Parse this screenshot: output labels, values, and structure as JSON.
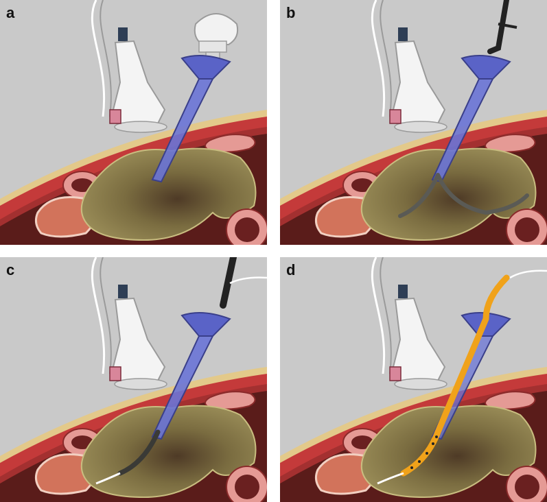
{
  "panels": [
    {
      "id": "a",
      "label": "a"
    },
    {
      "id": "b",
      "label": "b"
    },
    {
      "id": "c",
      "label": "c"
    },
    {
      "id": "d",
      "label": "d"
    }
  ],
  "colors": {
    "background": "#c9c9c9",
    "skin": "#d8c07a",
    "muscle": "#c43a3a",
    "cavity": "#5a1c1a",
    "collection": "#8f8450",
    "trocar": "#5a63c7",
    "needle_cap": "#f2f2f2",
    "guidewire": "#5a5a55",
    "drain_catheter": "#f0a21a",
    "probe": "#f4f4f4"
  },
  "icons": [
    "ultrasound-probe-icon",
    "trocar-icon",
    "needle-icon",
    "guidewire-icon",
    "drain-catheter-icon",
    "kidney-icon",
    "bowel-loop-icon"
  ]
}
